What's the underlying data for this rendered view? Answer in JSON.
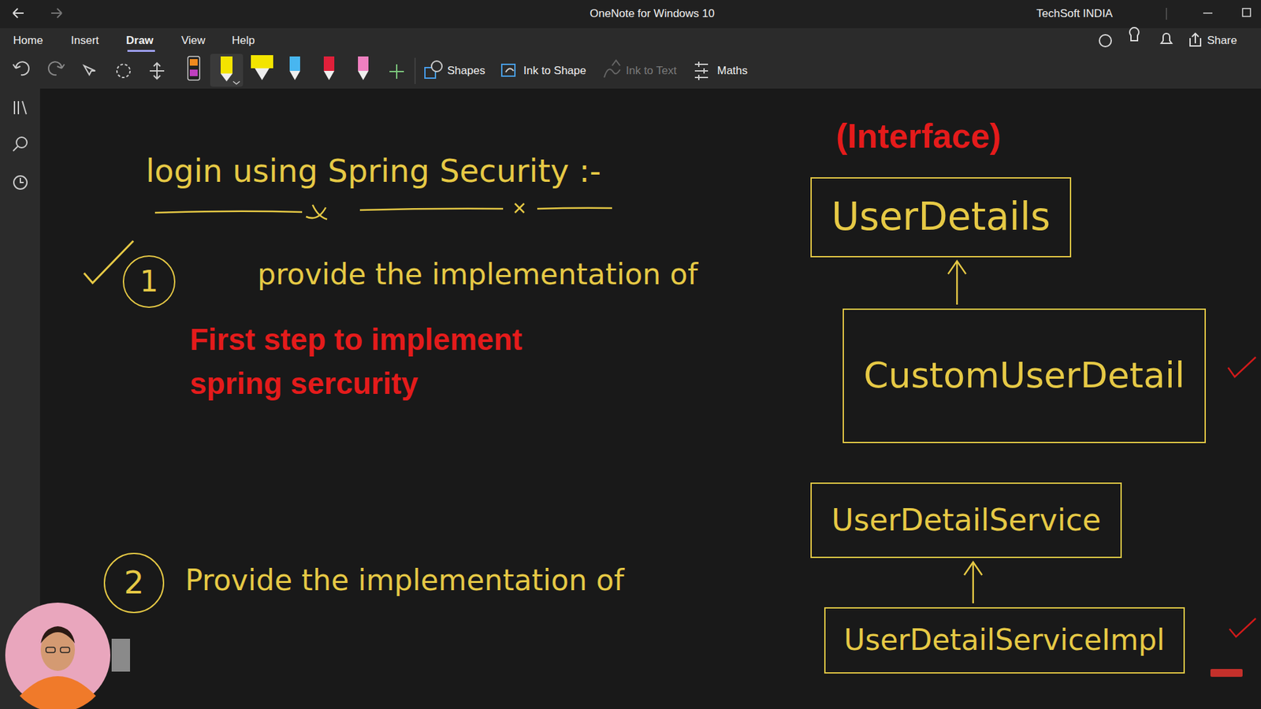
{
  "diagram": {
    "title": "login using Spring Security :-",
    "nodes": [
      {
        "text": [
          "1"
        ]
      },
      {
        "text": [
          "UserDetails"
        ]
      },
      {
        "text": [
          "CustomUserDetail"
        ]
      },
      {
        "text": [
          "2"
        ]
      },
      {
        "text": [
          "UserDetailService"
        ]
      },
      {
        "text": [
          "UserDetailServiceImpl"
        ]
      }
    ],
    "edges": [
      {
        "from": 2,
        "to": 1,
        "arrow": "to"
      },
      {
        "from": 5,
        "to": 4,
        "arrow": "to"
      }
    ],
    "labels": [
      "OneNote for Windows 10",
      "TechSoft INDIA",
      "Home",
      "Insert",
      "Draw",
      "View",
      "Help",
      "Share",
      "Shapes",
      "Ink to Shape",
      "Ink to Text",
      "Maths",
      "(Interface)",
      "provide the implementation of",
      "First step to implement spring sercurity",
      "Provide the implementation of"
    ]
  }
}
